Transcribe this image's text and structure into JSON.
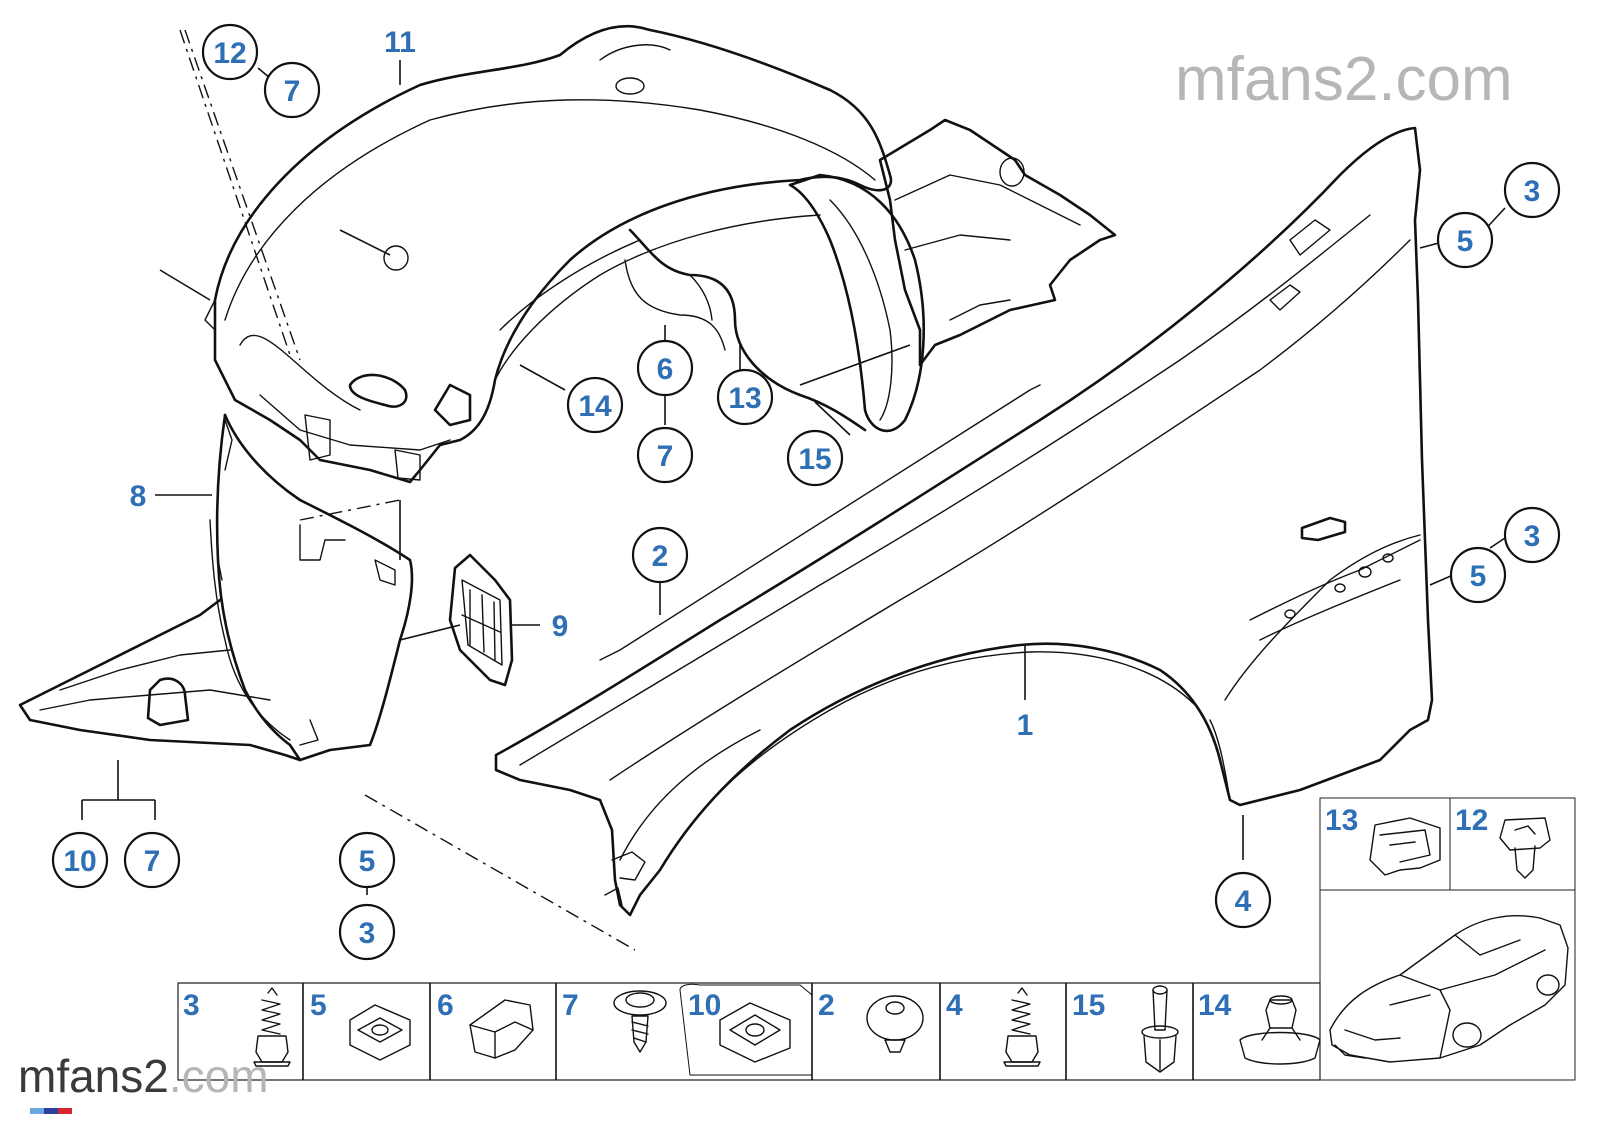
{
  "watermark": {
    "top_main": "mfans2",
    "top_suffix": ".com",
    "bottom_main": "mfans2",
    "bottom_suffix": ".com"
  },
  "colors": {
    "callout_blue": "#2e6fb5",
    "line": "#111111",
    "watermark_grey": "#b6b6b6",
    "m_stripe_light_blue": "#6aa6e0",
    "m_stripe_dark_blue": "#2a3f9e",
    "m_stripe_red": "#d7262e"
  },
  "callouts": [
    {
      "id": "c12a",
      "num": "12",
      "circled": true
    },
    {
      "id": "c7a",
      "num": "7",
      "circled": true
    },
    {
      "id": "c11",
      "num": "11",
      "circled": false
    },
    {
      "id": "c14",
      "num": "14",
      "circled": true
    },
    {
      "id": "c6",
      "num": "6",
      "circled": true
    },
    {
      "id": "c7b",
      "num": "7",
      "circled": true
    },
    {
      "id": "c13",
      "num": "13",
      "circled": true
    },
    {
      "id": "c15",
      "num": "15",
      "circled": true
    },
    {
      "id": "c3a",
      "num": "3",
      "circled": true
    },
    {
      "id": "c5a",
      "num": "5",
      "circled": true
    },
    {
      "id": "c3b",
      "num": "3",
      "circled": true
    },
    {
      "id": "c5b",
      "num": "5",
      "circled": true
    },
    {
      "id": "c8",
      "num": "8",
      "circled": false
    },
    {
      "id": "c9",
      "num": "9",
      "circled": false
    },
    {
      "id": "c2",
      "num": "2",
      "circled": true
    },
    {
      "id": "c1",
      "num": "1",
      "circled": false
    },
    {
      "id": "c10",
      "num": "10",
      "circled": true
    },
    {
      "id": "c7c",
      "num": "7",
      "circled": true
    },
    {
      "id": "c5c",
      "num": "5",
      "circled": true
    },
    {
      "id": "c3c",
      "num": "3",
      "circled": true
    },
    {
      "id": "c4",
      "num": "4",
      "circled": true
    }
  ],
  "fastener_grid": [
    {
      "num": "3",
      "part": "hex-bolt"
    },
    {
      "num": "5",
      "part": "clip-nut"
    },
    {
      "num": "6",
      "part": "clip"
    },
    {
      "num": "7",
      "part": "washer-screw"
    },
    {
      "num": "10",
      "part": "clip-nut"
    },
    {
      "num": "2",
      "part": "expanding-rivet"
    },
    {
      "num": "4",
      "part": "hex-bolt"
    },
    {
      "num": "15",
      "part": "push-rivet"
    },
    {
      "num": "14",
      "part": "hex-nut-base"
    }
  ],
  "detail_boxes": [
    {
      "num": "13",
      "part": "spring-clip"
    },
    {
      "num": "12",
      "part": "expanding-nut"
    }
  ]
}
